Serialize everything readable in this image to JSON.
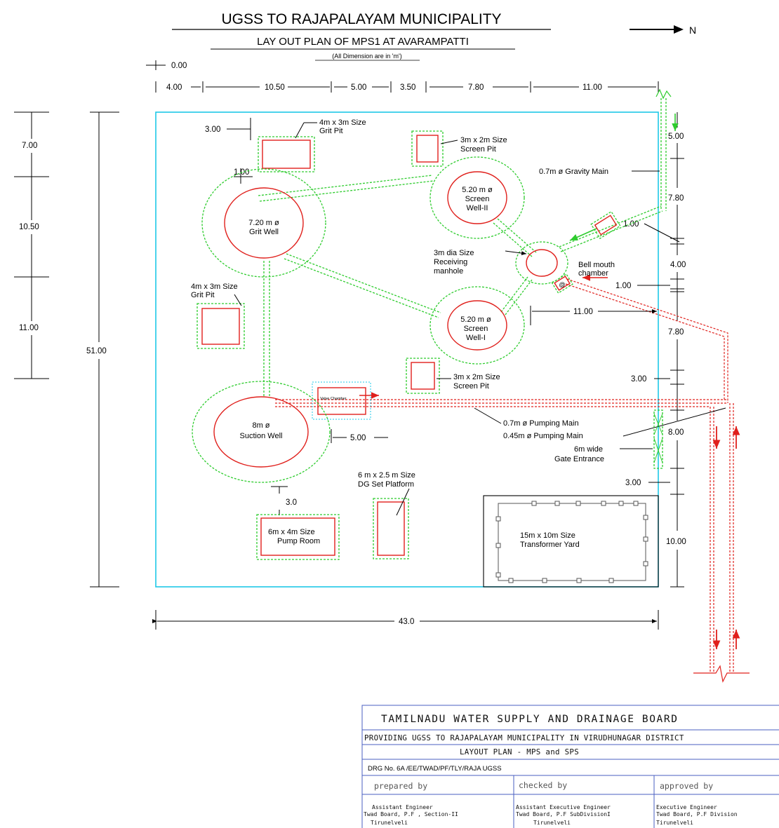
{
  "title": "UGSS TO RAJAPALAYAM MUNICIPALITY",
  "subtitle": "LAY OUT PLAN OF MPS1 AT AVARAMPATTI",
  "dimension_note": "(All Dimension are in 'm')",
  "north_label": "N",
  "top_dimensions": {
    "origin": "0.00",
    "values": [
      "4.00",
      "10.50",
      "5.00",
      "3.50",
      "7.80",
      "11.00"
    ]
  },
  "left_dimensions": {
    "values": [
      "7.00",
      "10.50",
      "11.00"
    ],
    "overall": "51.00"
  },
  "right_dimensions": {
    "values": [
      "5.00",
      "7.80",
      "4.00",
      "7.80",
      "8.00",
      "10.00"
    ],
    "clear_3_upper": "3.00",
    "clear_3_lower": "3.00",
    "bell_1": "1.00",
    "chamber_1": "1.00"
  },
  "inner_dimensions": {
    "grit_pit_top_clear": "3.00",
    "grit_pit_gap": "1.00",
    "receiving_to_edge": "11.00",
    "suction_to_valve": "5.00",
    "pump_room_clear": "3.0",
    "overall_width": "43.0"
  },
  "labels": {
    "grit_pit_top": [
      "4m x 3m Size",
      "Grit Pit"
    ],
    "screen_pit_top": [
      "3m x 2m Size",
      "Screen Pit"
    ],
    "gravity_main": "0.7m ø  Gravity Main",
    "grit_well": [
      "7.20 m ø",
      "Grit Well"
    ],
    "screen_well_2": [
      "5.20 m ø",
      "Screen",
      "Well-II"
    ],
    "receiving_manhole": [
      "3m dia Size",
      "Receiving",
      "manhole"
    ],
    "bell_mouth": [
      "Bell mouth",
      "chamber"
    ],
    "grit_pit_left": [
      "4m x 3m Size",
      "Grit Pit"
    ],
    "screen_well_1": [
      "5.20 m ø",
      "Screen",
      "Well-I"
    ],
    "screen_pit_mid": [
      "3m x 2m Size",
      "Screen Pit"
    ],
    "valve_chamber": "Valve Chamber",
    "suction_well": [
      "8m ø",
      "Suction Well"
    ],
    "pumping_main_07": "0.7m ø  Pumping Main",
    "pumping_main_045": "0.45m ø  Pumping Main",
    "gate_entrance": [
      "6m wide",
      "Gate Entrance"
    ],
    "dg_set": [
      "6 m x 2.5 m Size",
      "DG Set Platform"
    ],
    "pump_room": [
      "6m x 4m Size",
      "Pump Room"
    ],
    "transformer_yard": [
      "15m x 10m Size",
      "Transformer Yard"
    ]
  },
  "title_block": {
    "organization": "TAMILNADU WATER SUPPLY AND DRAINAGE BOARD",
    "project": "PROVIDING UGSS TO RAJAPALAYAM MUNICIPALITY IN VIRUDHUNAGAR DISTRICT",
    "drawing_title": "LAYOUT PLAN - MPS and SPS",
    "drawing_number": "DRG No. 6A /EE/TWAD/PF/TLY/RAJA UGSS",
    "prepared_by": {
      "heading": "prepared by",
      "lines": [
        "Assistant Engineer",
        "Twad Board, P.F , Section-II",
        "Tirunelveli"
      ]
    },
    "checked_by": {
      "heading": "checked by",
      "lines": [
        "Assistant Executive Engineer",
        "Twad Board, P.F SubDivisionI",
        "Tirunelveli"
      ]
    },
    "approved_by": {
      "heading": "approved by",
      "lines": [
        "Executive Engineer",
        "Twad Board, P.F Division",
        "Tirunelveli"
      ]
    }
  },
  "colors": {
    "site_boundary": "#1ec8e8",
    "structure_outline": "#e0201c",
    "clearance_outline": "#2ecc2e",
    "title_block_lines": "#4a5fc1",
    "flow_arrow_red": "#e0201c",
    "flow_arrow_green": "#2ecc2e"
  }
}
